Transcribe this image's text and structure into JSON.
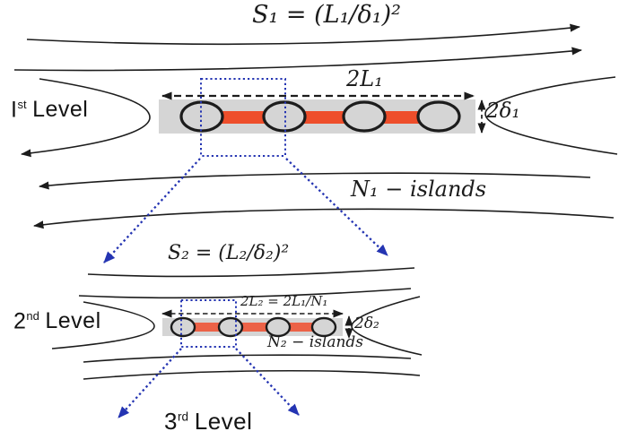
{
  "colors": {
    "ink": "#1c1c1c",
    "blue": "#2434b2",
    "orange_l1": "#ee4e2b",
    "orange_l2": "#ec6247",
    "bar_gray": "#d5d5d5",
    "background": "#ffffff"
  },
  "level1": {
    "label": {
      "numeral": "I",
      "suffix": "st",
      "word": "Level"
    },
    "area_formula": "S₁ = (L₁/δ₁)²",
    "length_label": "2L₁",
    "width_label": "2δ₁",
    "islands_label": "N₁ − islands"
  },
  "level2": {
    "label": {
      "numeral": "2",
      "suffix": "nd",
      "word": "Level"
    },
    "area_formula": "S₂ = (L₂/δ₂)²",
    "length_label": "2L₂ = 2L₁/N₁",
    "width_label": "2δ₂",
    "islands_label": "N₂ − islands"
  },
  "level3": {
    "label": {
      "numeral": "3",
      "suffix": "rd",
      "word": "Level"
    }
  }
}
